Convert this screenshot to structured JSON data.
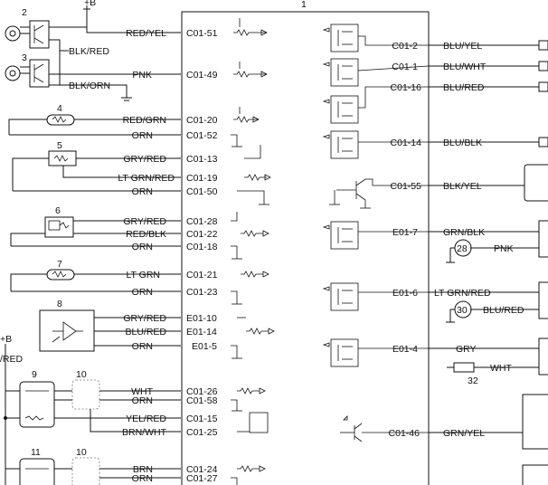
{
  "ecu": {
    "number": "1"
  },
  "components": [
    {
      "number": "2"
    },
    {
      "number": "3"
    },
    {
      "number": "4"
    },
    {
      "number": "5"
    },
    {
      "number": "6"
    },
    {
      "number": "7"
    },
    {
      "number": "8"
    },
    {
      "number": "9"
    },
    {
      "number": "10"
    },
    {
      "number": "11"
    },
    {
      "number": "10"
    },
    {
      "number": "28"
    },
    {
      "number": "30"
    },
    {
      "number": "32"
    }
  ],
  "supply_labels": [
    "+B",
    "+B",
    "/RED"
  ],
  "left_wires": [
    {
      "color": "RED/YEL",
      "pin": "C01-51"
    },
    {
      "color": "BLK/RED",
      "pin": ""
    },
    {
      "color": "PNK",
      "pin": "C01-49"
    },
    {
      "color": "BLK/ORN",
      "pin": ""
    },
    {
      "color": "RED/GRN",
      "pin": "C01-20"
    },
    {
      "color": "ORN",
      "pin": "C01-52"
    },
    {
      "color": "GRY/RED",
      "pin": "C01-13"
    },
    {
      "color": "LT GRN/RED",
      "pin": "C01-19"
    },
    {
      "color": "ORN",
      "pin": "C01-50"
    },
    {
      "color": "GRY/RED",
      "pin": "C01-28"
    },
    {
      "color": "RED/BLK",
      "pin": "C01-22"
    },
    {
      "color": "ORN",
      "pin": "C01-18"
    },
    {
      "color": "LT GRN",
      "pin": "C01-21"
    },
    {
      "color": "ORN",
      "pin": "C01-23"
    },
    {
      "color": "GRY/RED",
      "pin": "E01-10"
    },
    {
      "color": "BLU/RED",
      "pin": "E01-14"
    },
    {
      "color": "ORN",
      "pin": "E01-5"
    },
    {
      "color": "WHT",
      "pin": "C01-26"
    },
    {
      "color": "ORN",
      "pin": "C01-58"
    },
    {
      "color": "YEL/RED",
      "pin": "C01-15"
    },
    {
      "color": "BRN/WHT",
      "pin": "C01-25"
    },
    {
      "color": "BRN",
      "pin": "C01-24"
    },
    {
      "color": "ORN",
      "pin": "C01-27"
    }
  ],
  "right_wires": [
    {
      "pin": "C01-2",
      "color": "BLU/YEL"
    },
    {
      "pin": "C01-1",
      "color": "BLU/WHT"
    },
    {
      "pin": "C01-16",
      "color": "BLU/RED"
    },
    {
      "pin": "C01-14",
      "color": "BLU/BLK"
    },
    {
      "pin": "C01-55",
      "color": "BLK/YEL"
    },
    {
      "pin": "E01-7",
      "color": "GRN/BLK"
    },
    {
      "pin": "",
      "color": "PNK"
    },
    {
      "pin": "E01-6",
      "color": "LT GRN/RED"
    },
    {
      "pin": "",
      "color": "BLU/RED"
    },
    {
      "pin": "E01-4",
      "color": "GRY"
    },
    {
      "pin": "",
      "color": "WHT"
    },
    {
      "pin": "C01-46",
      "color": "GRN/YEL"
    }
  ]
}
